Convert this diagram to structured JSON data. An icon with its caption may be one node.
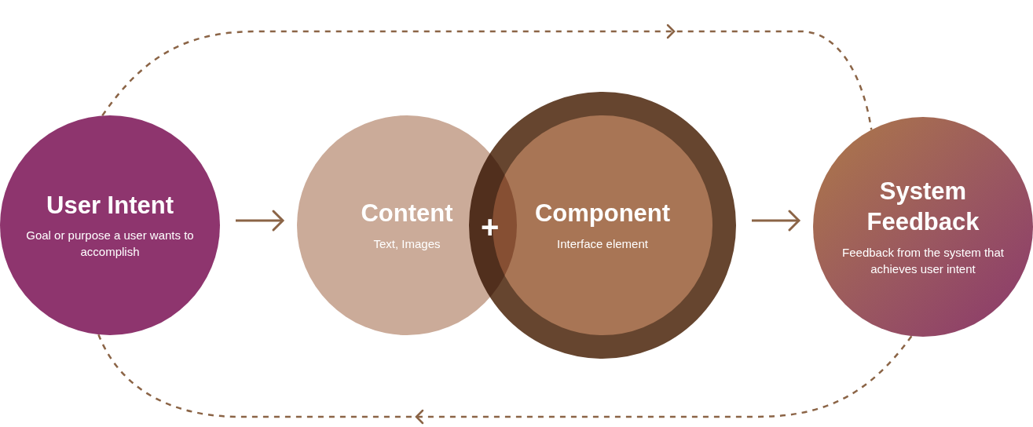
{
  "diagram": {
    "nodes": [
      {
        "text": [
          "User Intent",
          "Goal or purpose a user wants to accomplish"
        ]
      },
      {
        "text": [
          "Content",
          "Text, Images"
        ]
      },
      {
        "text": [
          "Component",
          "Interface element"
        ]
      },
      {
        "text": [
          "System Feedback",
          "Feedback from the system that achieves user intent"
        ]
      }
    ],
    "edges": [
      {
        "from": 0,
        "to": 1,
        "arrow": "to"
      },
      {
        "from": 2,
        "to": 3,
        "arrow": "to"
      },
      {
        "from": 0,
        "to": 3,
        "arrow": "to",
        "style": "dashed"
      },
      {
        "from": 3,
        "to": 0,
        "arrow": "to",
        "style": "dashed"
      }
    ],
    "labels": [
      "+"
    ]
  }
}
